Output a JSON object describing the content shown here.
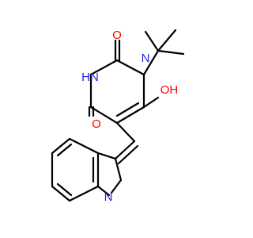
{
  "molecule": {
    "colors": {
      "carbon": "#000000",
      "oxygen": "#ff0000",
      "nitrogen": "#1e1ef0",
      "background": "#ffffff"
    },
    "labels": {
      "carbonyl_o_top": "O",
      "carbonyl_o_bottom": "O",
      "hydroxyl": "OH",
      "nh": "HN",
      "n_ring": "N",
      "n_indole": "N"
    }
  }
}
